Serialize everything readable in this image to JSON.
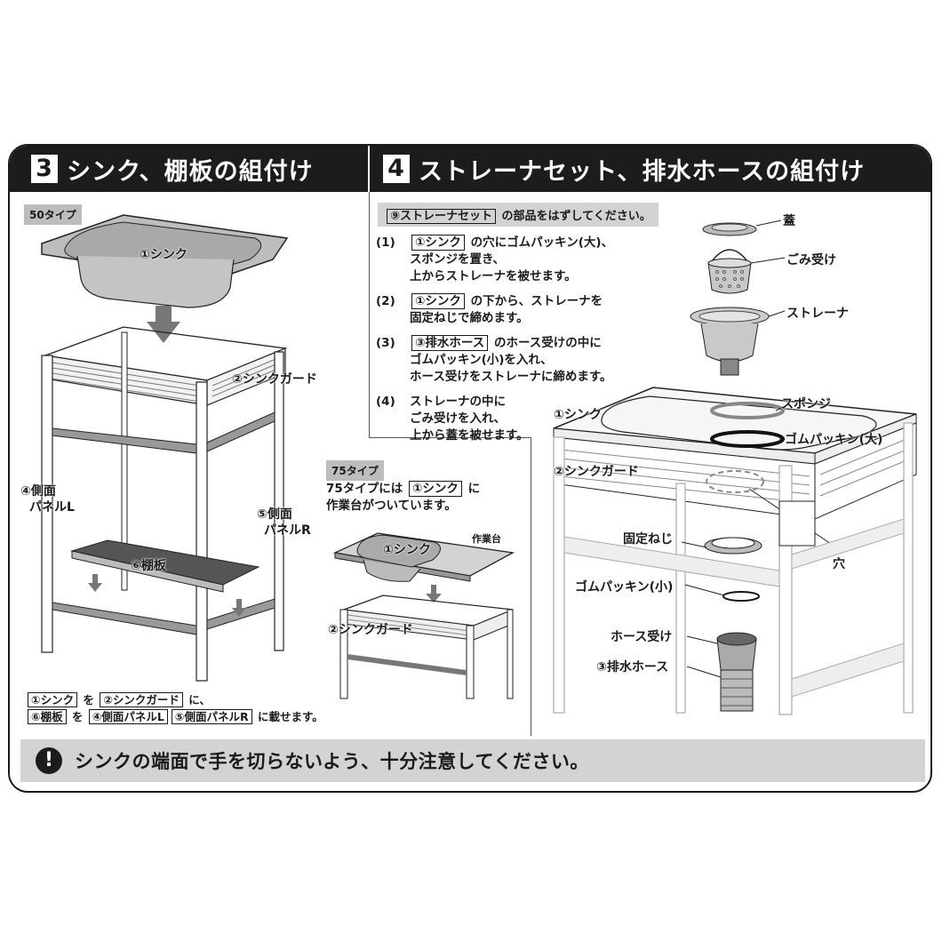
{
  "section3": {
    "number": "3",
    "title": "シンク、棚板の組付け",
    "type50_tag": "50タイプ",
    "labels": {
      "sink": "①シンク",
      "sink_guard": "②シンクガード",
      "side_panel_l_1": "④側面",
      "side_panel_l_2": "パネルL",
      "side_panel_r_1": "⑤側面",
      "side_panel_r_2": "パネルR",
      "shelf": "⑥棚板"
    },
    "type75": {
      "tag": "75タイプ",
      "note_prefix": "75タイプには",
      "note_part": "①シンク",
      "note_suffix": "に",
      "note_line2": "作業台がついています。",
      "label_sink": "①シンク",
      "label_worktop": "作業台",
      "label_guard": "②シンクガード"
    },
    "instructions": {
      "line1": {
        "part_a": "①シンク",
        "connector_a": "を",
        "part_b": "②シンクガード",
        "suffix": "に、"
      },
      "line2": {
        "part_a": "⑥棚板",
        "connector_a": "を",
        "part_b": "④側面パネルL",
        "part_c": "⑤側面パネルR",
        "suffix": "に載せます。"
      }
    }
  },
  "section4": {
    "number": "4",
    "title": "ストレーナセット、排水ホースの組付け",
    "intro": {
      "part": "⑨ストレーナセット",
      "suffix": "の部品をはずしてください。"
    },
    "steps": [
      {
        "no": "(1)",
        "part": "①シンク",
        "line1": "の穴にゴムパッキン(大)、",
        "line2": "スポンジを置き、",
        "line3": "上からストレーナを被せます。"
      },
      {
        "no": "(2)",
        "part": "①シンク",
        "line1": "の下から、ストレーナを",
        "line2": "固定ねじで締めます。"
      },
      {
        "no": "(3)",
        "part": "③排水ホース",
        "line1": "のホース受けの中に",
        "line2": "ゴムパッキン(小)を入れ、",
        "line3": "ホース受けをストレーナに締めます。"
      },
      {
        "no": "(4)",
        "line1": "ストレーナの中に",
        "line2": "ごみ受けを入れ、",
        "line3": "上から蓋を被せます。"
      }
    ],
    "parts": {
      "lid": "蓋",
      "basket": "ごみ受け",
      "strainer": "ストレーナ",
      "sink": "①シンク",
      "sponge": "スポンジ",
      "gasket_large": "ゴムパッキン(大)",
      "sink_guard": "②シンクガード",
      "fixing_screw": "固定ねじ",
      "hole": "穴",
      "gasket_small": "ゴムパッキン(小)",
      "hose_receiver": "ホース受け",
      "drain_hose": "③排水ホース"
    }
  },
  "warning": {
    "icon": "exclamation-icon",
    "text": "シンクの端面で手を切らないよう、十分注意してください。"
  },
  "colors": {
    "header_bg": "#1e1b1c",
    "tag_bg": "#bdbdbd",
    "note_bg": "#d2d3d5"
  }
}
